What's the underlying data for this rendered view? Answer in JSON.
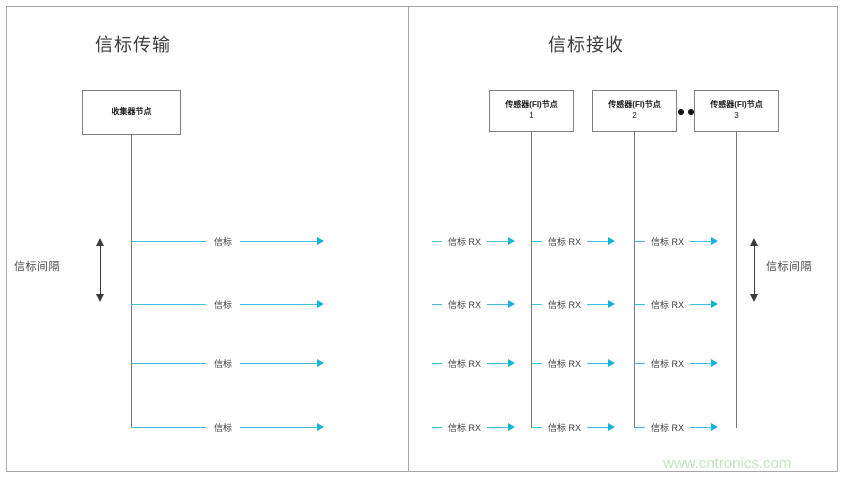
{
  "diagram": {
    "panels": [
      {
        "id": "beacon-transmission",
        "title": "信标传输",
        "node": {
          "line1": "收集器节点"
        },
        "interval_label": "信标间隔",
        "rows": [
          {
            "label": "信标"
          },
          {
            "label": "信标"
          },
          {
            "label": "信标"
          },
          {
            "label": "信标"
          }
        ]
      },
      {
        "id": "beacon-reception",
        "title": "信标接收",
        "nodes": [
          {
            "line1": "传感器(FI)节点",
            "line2": "1"
          },
          {
            "line1": "传感器(FI)节点",
            "line2": "2"
          },
          {
            "line1": "传感器(FI)节点",
            "line2": "3"
          }
        ],
        "ellipsis": "••",
        "interval_label": "信标间隔",
        "rows": [
          {
            "cells": [
              "信标 RX",
              "信标 RX",
              "信标 RX"
            ]
          },
          {
            "cells": [
              "信标 RX",
              "信标 RX",
              "信标 RX"
            ]
          },
          {
            "cells": [
              "信标 RX",
              "信标 RX",
              "信标 RX"
            ]
          },
          {
            "cells": [
              "信标 RX",
              "信标 RX",
              "信标 RX"
            ]
          }
        ]
      }
    ],
    "watermark": "www.cntronics.com",
    "colors": {
      "beacon_line": "#3cbfe0",
      "arrow_head": "#12b4dc",
      "frame": "#a6a6a6",
      "timeline": "#7a7a7a",
      "interval_arrow": "#3a3a3a",
      "watermark": "#c3e6c0"
    }
  }
}
